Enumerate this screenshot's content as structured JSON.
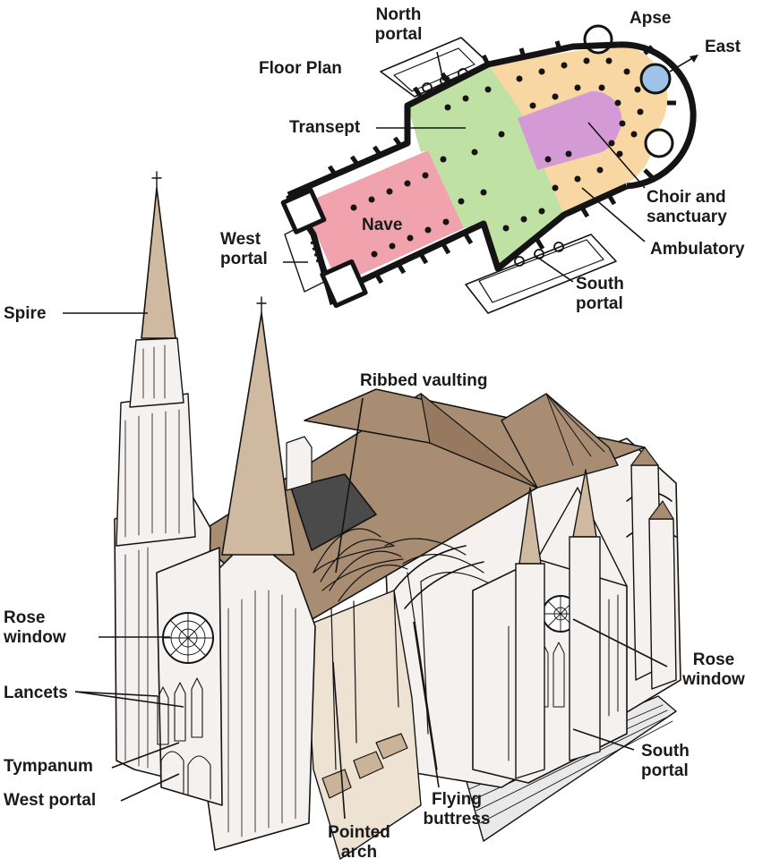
{
  "colors": {
    "nave": "#f0a3ad",
    "transept": "#bfe1a4",
    "ambulatory": "#f9d7a3",
    "choir": "#d49ad5",
    "apse": "#9fc2e8",
    "roof": "#a88d72",
    "spire": "#cfb9a1",
    "stone": "#f4f1ee",
    "floor": "#eee2d3",
    "ink": "#141414"
  },
  "floor_plan": {
    "title": "Floor Plan",
    "labels": {
      "north_portal": [
        "North",
        "portal"
      ],
      "apse": "Apse",
      "east": "East",
      "transept": "Transept",
      "nave": "Nave",
      "choir": [
        "Choir and",
        "sanctuary"
      ],
      "ambulatory": "Ambulatory",
      "west_portal": [
        "West",
        "portal"
      ],
      "south_portal": [
        "South",
        "portal"
      ]
    }
  },
  "cathedral": {
    "labels": {
      "spire": "Spire",
      "ribbed_vaulting": "Ribbed vaulting",
      "rose_window_left": [
        "Rose",
        "window"
      ],
      "lancets": "Lancets",
      "tympanum": "Tympanum",
      "west_portal": "West portal",
      "pointed_arch": [
        "Pointed",
        "arch"
      ],
      "flying_buttress": [
        "Flying",
        "buttress"
      ],
      "rose_window_right": [
        "Rose",
        "window"
      ],
      "south_portal": [
        "South",
        "portal"
      ]
    }
  }
}
